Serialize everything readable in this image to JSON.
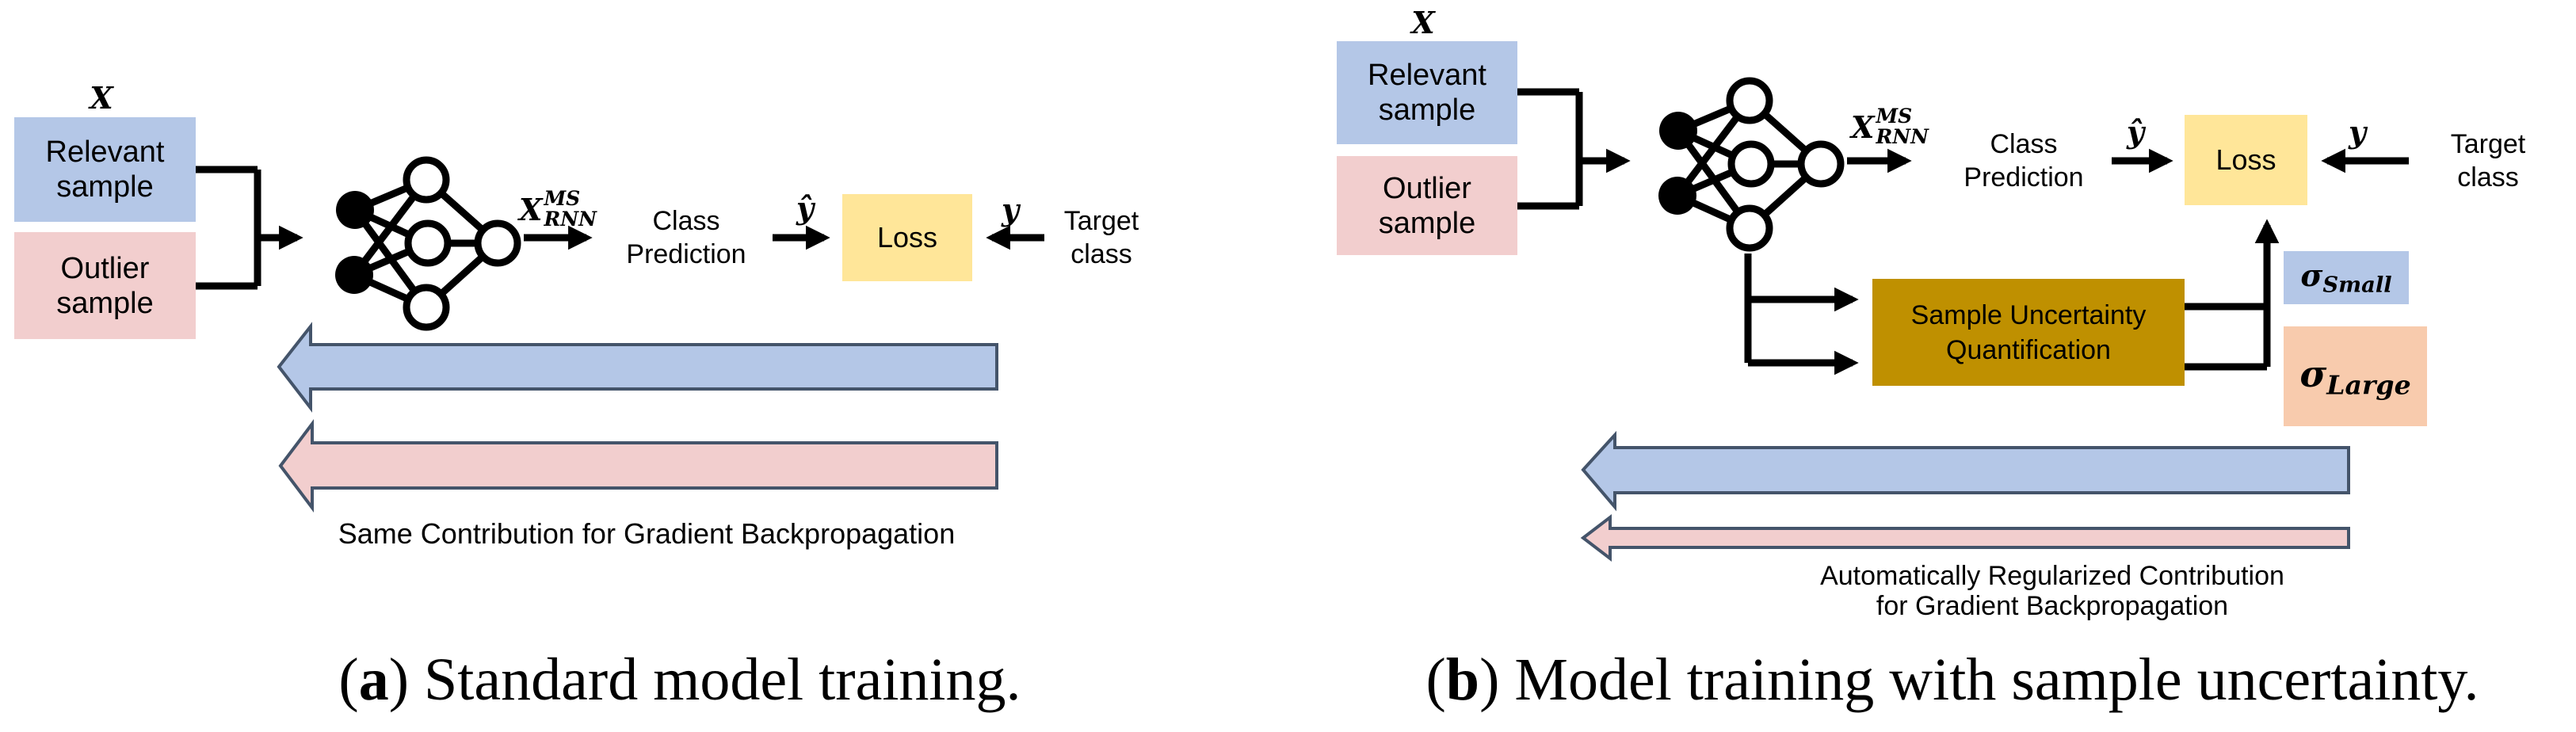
{
  "figure": {
    "type": "two-panel model-training diagram",
    "colors": {
      "light_blue": "#B4C7E7",
      "light_pink": "#F2CECE",
      "loss_yellow": "#FFE699",
      "olive": "#BF9000",
      "peach": "#F8CBAD",
      "block_arrow_border": "#44546A",
      "line_black": "#000000"
    }
  },
  "panel_a": {
    "x_label": "X",
    "relevant_sample": {
      "line1": "Relevant",
      "line2": "sample"
    },
    "outlier_sample": {
      "line1": "Outlier",
      "line2": "sample"
    },
    "rnn_output": {
      "base": "X",
      "sup": "MS",
      "sub": "RNN"
    },
    "class_prediction": {
      "line1": "Class",
      "line2": "Prediction"
    },
    "y_hat": "ŷ",
    "loss": "Loss",
    "y": "y",
    "target_class": {
      "line1": "Target",
      "line2": "class"
    },
    "backprop_note": "Same Contribution for Gradient Backpropagation",
    "caption": {
      "open": "(",
      "letter": "a",
      "rest": ") Standard model training."
    }
  },
  "panel_b": {
    "x_label": "X",
    "relevant_sample": {
      "line1": "Relevant",
      "line2": "sample"
    },
    "outlier_sample": {
      "line1": "Outlier",
      "line2": "sample"
    },
    "rnn_output": {
      "base": "X",
      "sup": "MS",
      "sub": "RNN"
    },
    "class_prediction": {
      "line1": "Class",
      "line2": "Prediction"
    },
    "y_hat": "ŷ",
    "loss": "Loss",
    "y": "y",
    "target_class": {
      "line1": "Target",
      "line2": "class"
    },
    "sample_uncertainty": {
      "line1": "Sample Uncertainty",
      "line2": "Quantification"
    },
    "sigma_small": {
      "base": "σ",
      "sub": "Small"
    },
    "sigma_large": {
      "base": "σ",
      "sub": "Large"
    },
    "backprop_note": {
      "line1": "Automatically Regularized Contribution",
      "line2": "for Gradient Backpropagation"
    },
    "caption": {
      "open": "(",
      "letter": "b",
      "rest": ") Model training with sample uncertainty."
    }
  }
}
